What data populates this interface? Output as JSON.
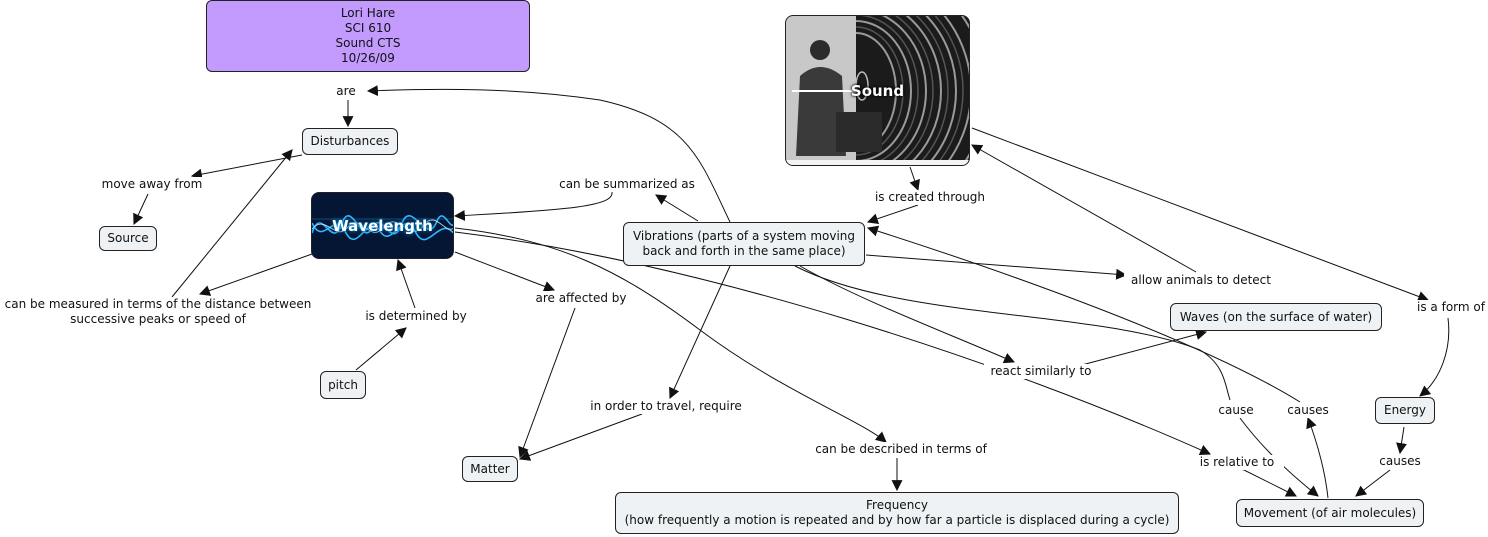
{
  "map": {
    "nodes": {
      "title": "Lori Hare\nSCI 610\nSound CTS\n10/26/09",
      "disturbances": "Disturbances",
      "source": "Source",
      "pitch": "pitch",
      "matter": "Matter",
      "vibrations": "Vibrations (parts of a system moving\nback and forth in the same place)",
      "waves_water": "Waves (on the surface of water)",
      "energy": "Energy",
      "movement": "Movement (of air molecules)",
      "frequency": "Frequency\n(how frequently a motion is repeated and by how far a particle is displaced during a cycle)",
      "sound_caption": "Sound",
      "wavelength_caption": "Wavelength"
    },
    "labels": {
      "are": "are",
      "move_away_from": "move away from",
      "can_be_measured": "can be measured in terms of the distance between\nsuccessive peaks or speed of",
      "is_determined_by": "is determined by",
      "can_be_summarized_as": "can be summarized as",
      "are_affected_by": "are affected by",
      "in_order_to_travel": "in order to travel, require",
      "can_be_described": "can be described in terms of",
      "is_created_through": "is created through",
      "allow_animals": "allow animals to detect",
      "react_similarly": "react similarly to",
      "is_a_form_of": "is a form of",
      "cause": "cause",
      "causes_1": "causes",
      "causes_2": "causes",
      "is_relative_to": "is relative to"
    },
    "colors": {
      "title_fill": "#c39bff",
      "node_fill": "#eef2f4",
      "line": "#111111"
    },
    "icons": {
      "sound_image": "photo-man-with-sound-waves",
      "wavelength_image": "glowing-blue-waveform"
    }
  }
}
